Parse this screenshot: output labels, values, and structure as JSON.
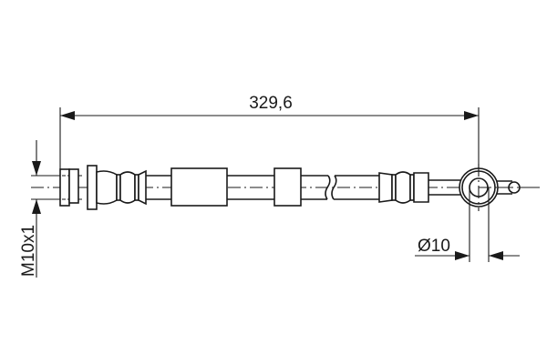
{
  "drawing": {
    "length_dimension": "329,6",
    "thread_dimension": "M10x1",
    "eye_diameter_dimension": "Ø10"
  }
}
